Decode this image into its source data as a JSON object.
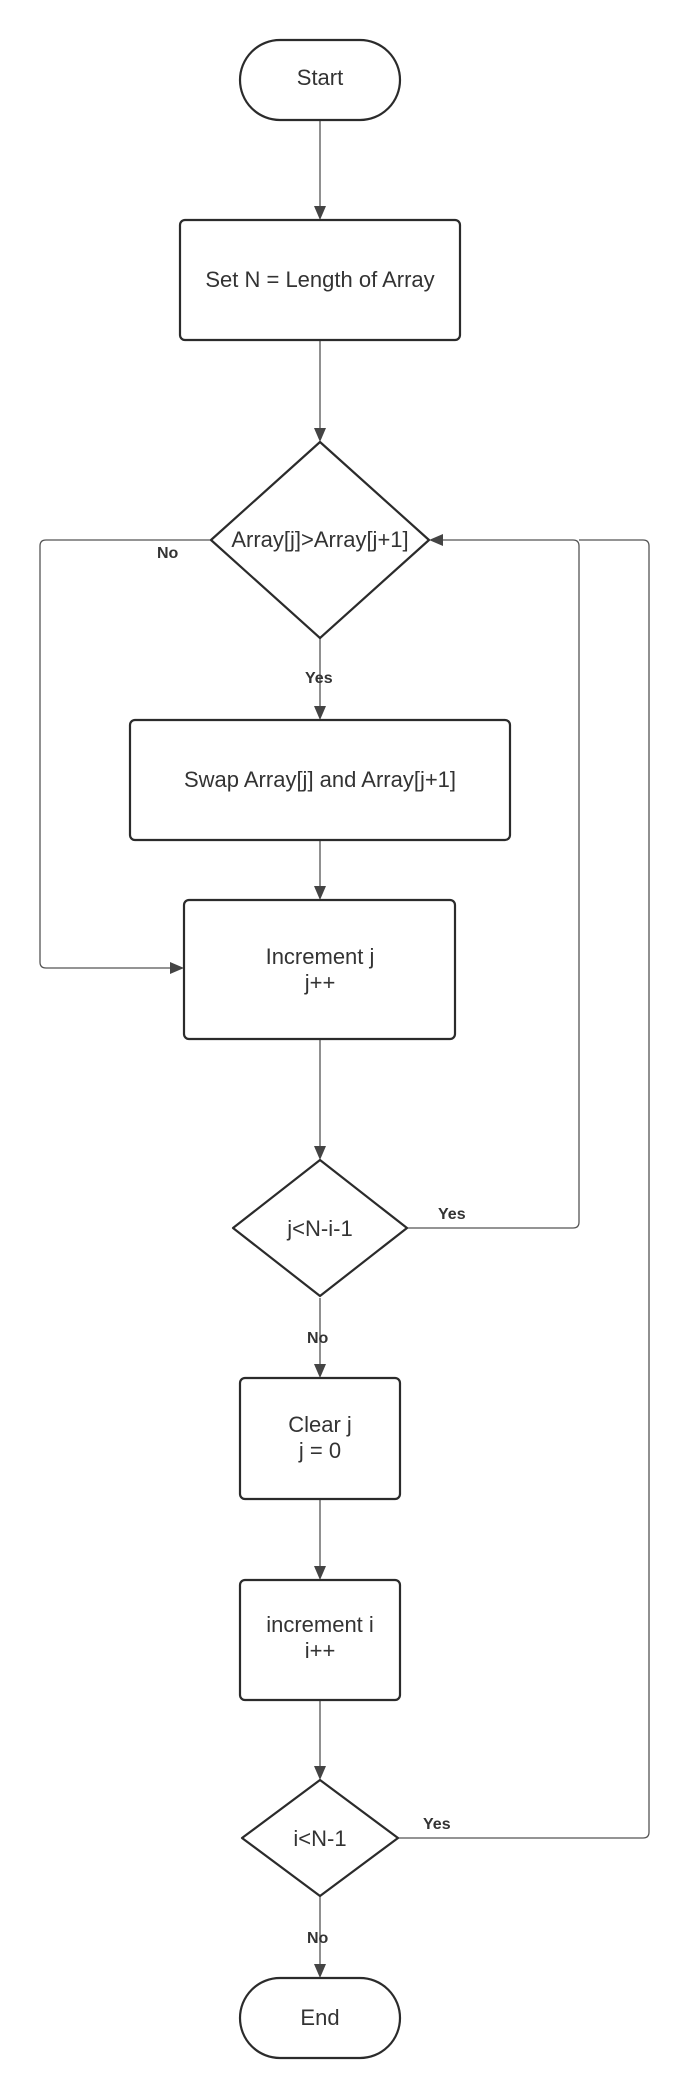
{
  "nodes": {
    "start": {
      "label": "Start"
    },
    "set_n": {
      "label": "Set N = Length of Array"
    },
    "compare": {
      "label": "Array[j]>Array[j+1]"
    },
    "swap": {
      "label": "Swap Array[j] and Array[j+1]"
    },
    "increment_j": {
      "line1": "Increment j",
      "line2": "j++"
    },
    "check_j": {
      "label": "j<N-i-1"
    },
    "clear_j": {
      "line1": "Clear j",
      "line2": "j = 0"
    },
    "increment_i": {
      "line1": "increment i",
      "line2": "i++"
    },
    "check_i": {
      "label": "i<N-1"
    },
    "end": {
      "label": "End"
    }
  },
  "edge_labels": {
    "compare_no": "No",
    "compare_yes": "Yes",
    "check_j_yes": "Yes",
    "check_j_no": "No",
    "check_i_yes": "Yes",
    "check_i_no": "No"
  }
}
